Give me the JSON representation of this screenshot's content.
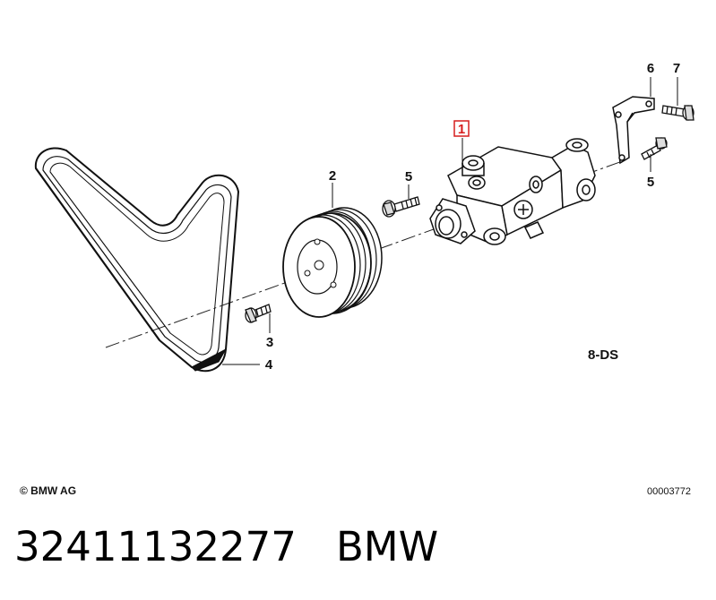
{
  "diagram": {
    "callouts": {
      "c1": "1",
      "c2": "2",
      "c3": "3",
      "c4": "4",
      "c5a": "5",
      "c5b": "5",
      "c6": "6",
      "c7": "7"
    },
    "group_code": "8-DS",
    "highlight_color": "#d61e1e"
  },
  "footer": {
    "copyright": "© BMW AG",
    "reference": "00003772"
  },
  "caption": {
    "part_number": "32411132277",
    "brand": "BMW"
  }
}
